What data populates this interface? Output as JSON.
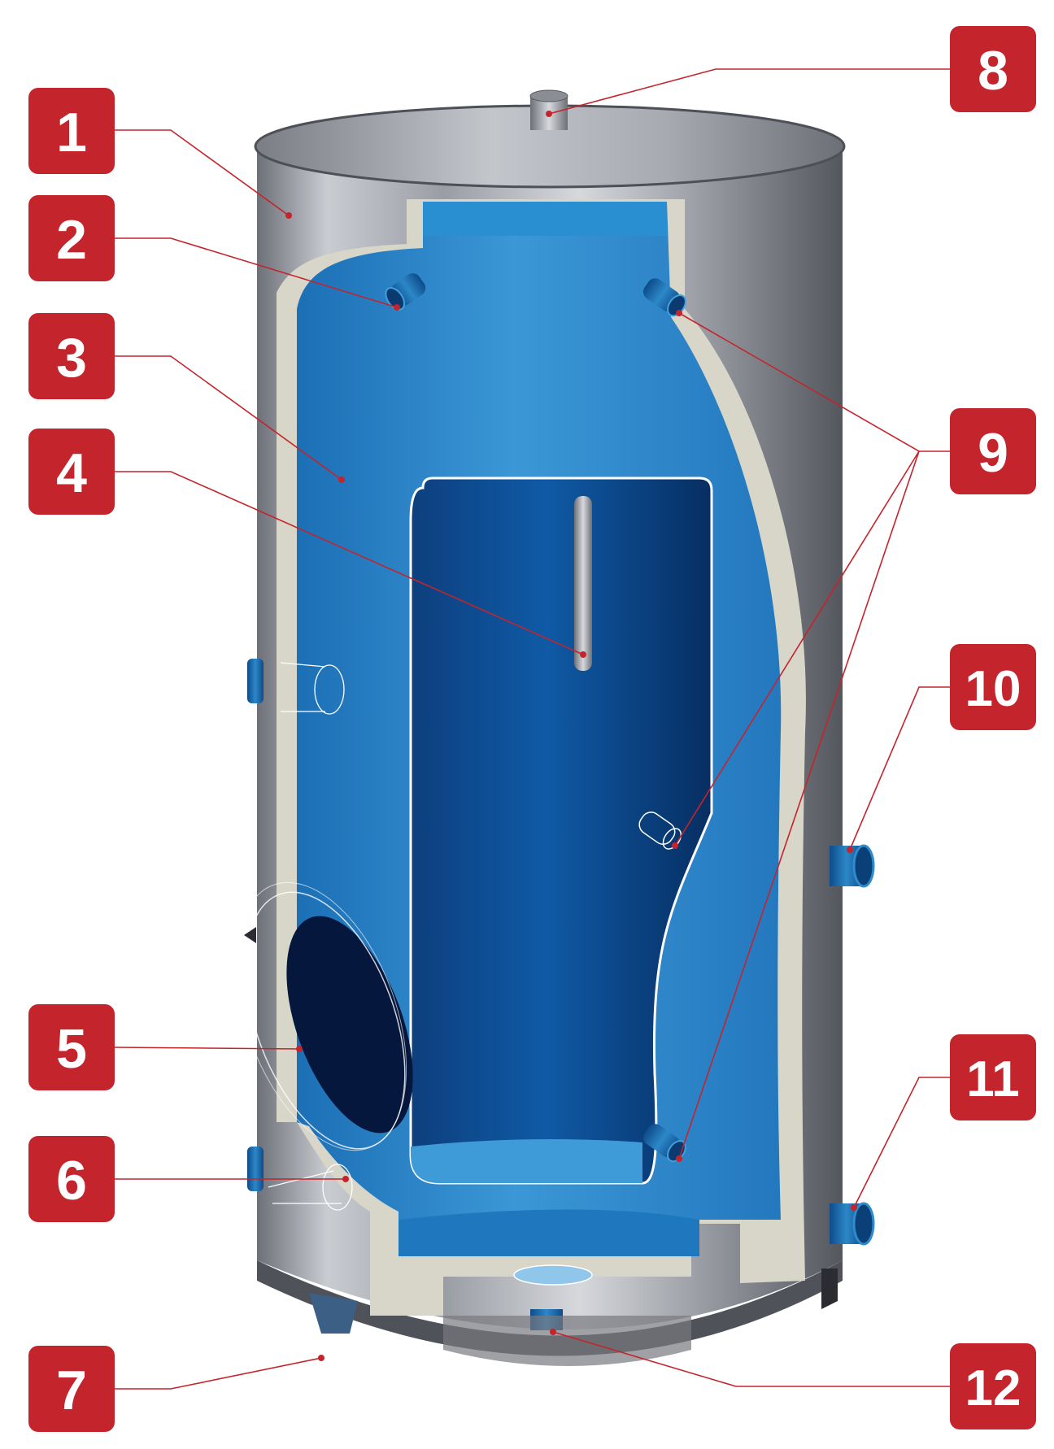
{
  "colors": {
    "badge": "#c4242b",
    "badge_text": "#ffffff",
    "leader": "#c4242b",
    "steel_light": "#c9ccd1",
    "steel_dark": "#5c5f66",
    "insulation": "#d8d6c9",
    "tank_blue": "#2f86c8",
    "coil_blue": "#0b4f96"
  },
  "callouts": [
    {
      "number": "1"
    },
    {
      "number": "2"
    },
    {
      "number": "3"
    },
    {
      "number": "4"
    },
    {
      "number": "5"
    },
    {
      "number": "6"
    },
    {
      "number": "7"
    },
    {
      "number": "8"
    },
    {
      "number": "9"
    },
    {
      "number": "10"
    },
    {
      "number": "11"
    },
    {
      "number": "12"
    }
  ]
}
